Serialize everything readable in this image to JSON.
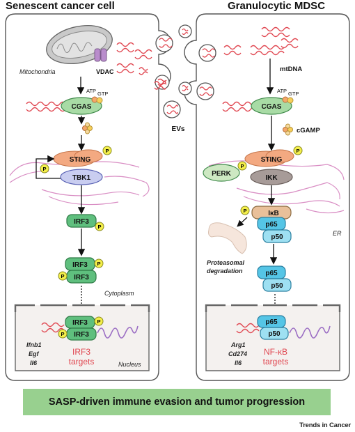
{
  "titles": {
    "left": "Senescent cancer cell",
    "right": "Granulocytic MDSC"
  },
  "left": {
    "mitochondria": "Mitochondria",
    "vdac": "VDAC",
    "atp": "ATP",
    "gtp": "GTP",
    "cgas": "CGAS",
    "sting": "STING",
    "tbk1": "TBK1",
    "irf3": "IRF3",
    "cytoplasm": "Cytoplasm",
    "nucleus": "Nucleus",
    "genes": [
      "Ifnb1",
      "Egf",
      "Il6"
    ],
    "targets_line1": "IRF3",
    "targets_line2": "targets"
  },
  "center": {
    "evs": "EVs"
  },
  "right": {
    "mtdna": "mtDNA",
    "atp": "ATP",
    "gtp": "GTP",
    "cgas": "CGAS",
    "cgamp": "cGAMP",
    "sting": "STING",
    "perk": "PERK",
    "ikk": "IKK",
    "ikb": "IκB",
    "p65": "p65",
    "p50": "p50",
    "er": "ER",
    "proteasomal_line1": "Proteasomal",
    "proteasomal_line2": "degradation",
    "genes": [
      "Arg1",
      "Cd274",
      "Il6"
    ],
    "targets_line1": "NF-κB",
    "targets_line2": "targets"
  },
  "phospho": "P",
  "banner": "SASP-driven immune evasion and tumor progression",
  "brand": "Trends in Cancer",
  "colors": {
    "dna": "#e0454f",
    "sting": "#f3a981",
    "tbk1": "#c9cdf0",
    "irf3": "#5fbf7e",
    "p65": "#55c5e6",
    "p50": "#9ee0f2",
    "ikb": "#e9c09a",
    "perk": "#cde8c2",
    "ikk": "#a79b98",
    "phospho": "#f4ef4a",
    "er": "#d98ec4",
    "banner": "#98d08f",
    "mrna": "#9c6fc4"
  }
}
